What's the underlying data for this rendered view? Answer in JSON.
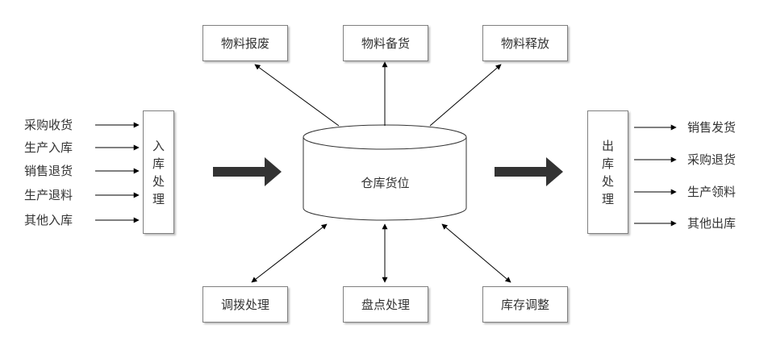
{
  "center": {
    "label": "仓库货位"
  },
  "top_boxes": [
    {
      "label": "物料报废"
    },
    {
      "label": "物料备货"
    },
    {
      "label": "物料释放"
    }
  ],
  "bottom_boxes": [
    {
      "label": "调拨处理"
    },
    {
      "label": "盘点处理"
    },
    {
      "label": "库存调整"
    }
  ],
  "inbound": {
    "title_chars": [
      "入",
      "库",
      "处",
      "理"
    ],
    "sources": [
      "采购收货",
      "生产入库",
      "销售退货",
      "生产退料",
      "其他入库"
    ]
  },
  "outbound": {
    "title_chars": [
      "出",
      "库",
      "处",
      "理"
    ],
    "targets": [
      "销售发货",
      "采购退货",
      "生产领料",
      "其他出库"
    ]
  }
}
